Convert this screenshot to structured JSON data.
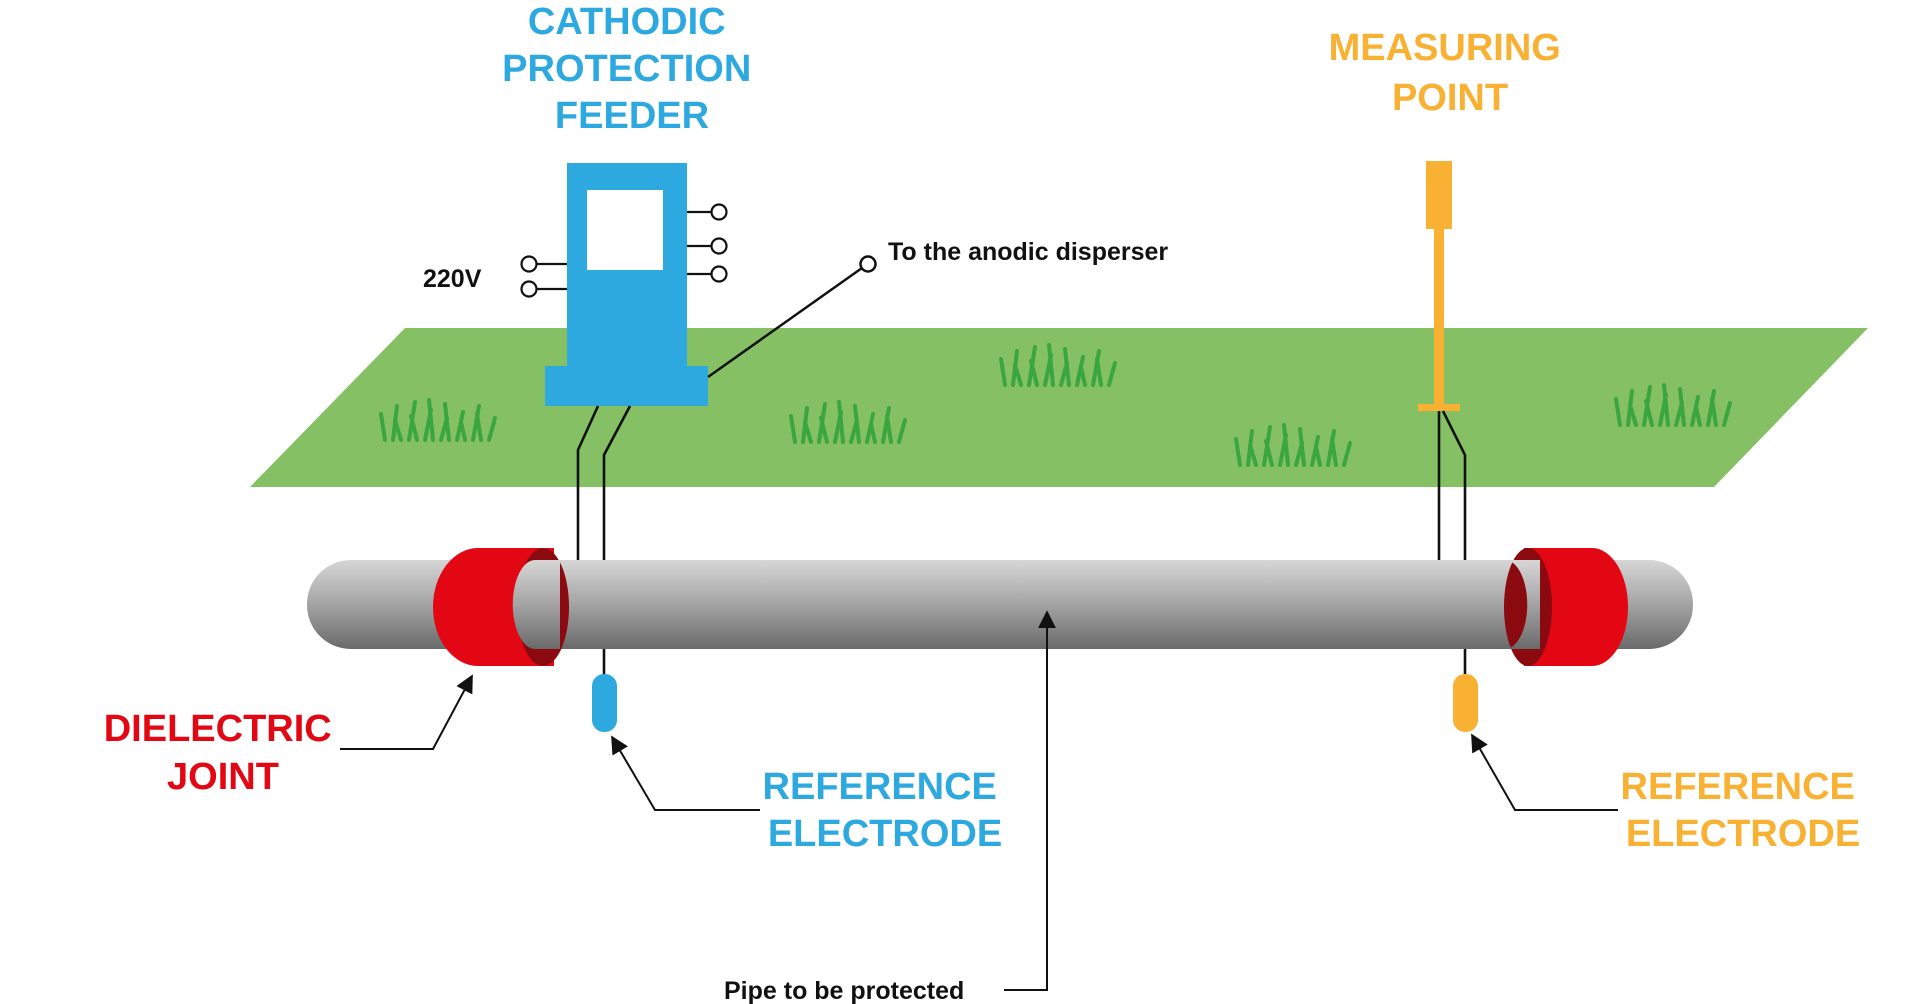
{
  "labels": {
    "cathodic_feeder": [
      "CATHODIC",
      "PROTECTION",
      "FEEDER"
    ],
    "measuring_point": [
      "MEASURING",
      "POINT"
    ],
    "voltage": "220V",
    "anodic": "To the anodic disperser",
    "dielectric_joint": [
      "DIELECTRIC",
      "JOINT"
    ],
    "reference_electrode_blue": [
      "REFERENCE",
      "ELECTRODE"
    ],
    "reference_electrode_orange": [
      "REFERENCE",
      "ELECTRODE"
    ],
    "pipe": "Pipe to be protected"
  },
  "colors": {
    "blue": "#2ea9e0",
    "orange": "#f8b133",
    "red": "#e30613",
    "grass_field": "#86c064",
    "grass_blade": "#3aa63f",
    "pipe": "#8f8f8f"
  }
}
